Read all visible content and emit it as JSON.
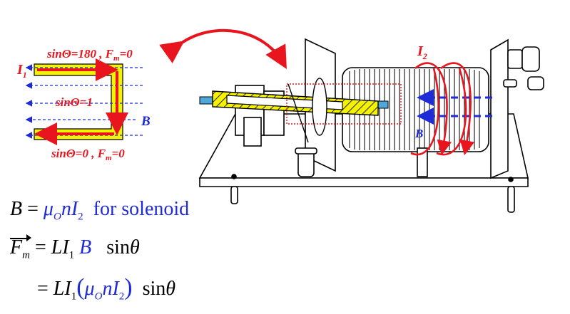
{
  "loop_diagram": {
    "top_label": "sinΘ=180 , F",
    "top_label_sub": "m",
    "top_label_end": "=0",
    "current_label": "I",
    "current_label_sub": "1",
    "middle_label": "sinΘ=1",
    "field_label": "B",
    "bottom_label": "sinΘ=0 , F",
    "bottom_label_sub": "m",
    "bottom_label_end": "=0"
  },
  "apparatus": {
    "current_label": "I",
    "current_label_sub": "2",
    "field_label": "B"
  },
  "equations": {
    "line1": {
      "lhs": "B",
      "eq": " = ",
      "mu": "μ",
      "mu_sub": "O",
      "n": "nI",
      "n_sub": "2",
      "suffix": "  for solenoid"
    },
    "line2": {
      "lhs": "F",
      "lhs_sub": "m",
      "eq": " = ",
      "L": "LI",
      "L_sub": "1",
      "B": " B ",
      "sin": "  sin",
      "theta": "θ"
    },
    "line3": {
      "eq": "= ",
      "L": "LI",
      "L_sub": "1",
      "lp": "(",
      "mu": "μ",
      "mu_sub": "O",
      "n": "nI",
      "n_sub": "2",
      "rp": ")",
      "sin": "  sin",
      "theta": "θ"
    }
  },
  "colors": {
    "red": "#e8141e",
    "blue": "#1f2bd6",
    "yellow": "#f5f200",
    "tape_blue": "#4fa8d8"
  }
}
